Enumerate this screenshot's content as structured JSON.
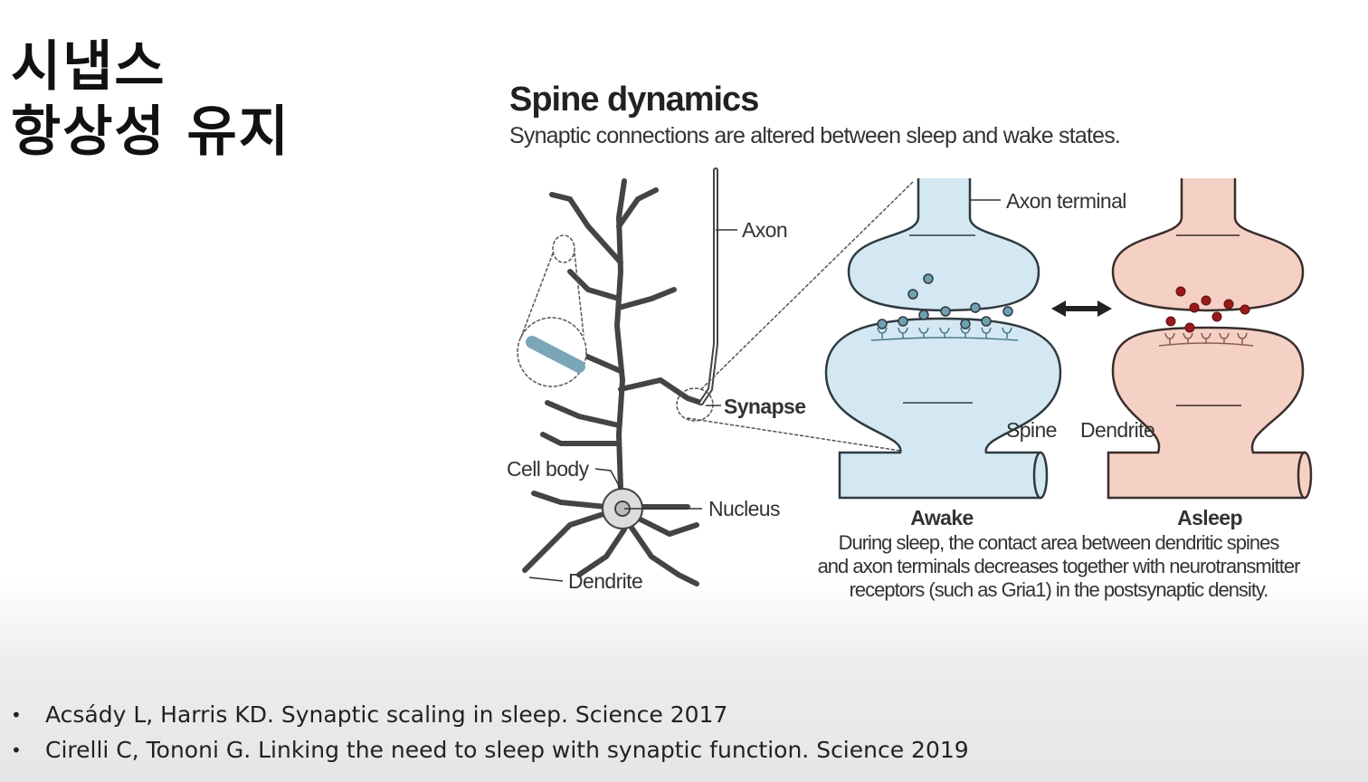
{
  "slide": {
    "title_line1": "시냅스",
    "title_line2": "항상성 유지"
  },
  "figure": {
    "title": "Spine dynamics",
    "subtitle": "Synaptic connections are altered between sleep and wake states.",
    "labels": {
      "axon": "Axon",
      "synapse": "Synapse",
      "cell_body": "Cell body",
      "nucleus": "Nucleus",
      "dendrite_neuron": "Dendrite",
      "axon_terminal": "Axon terminal",
      "spine": "Spine",
      "dendrite": "Dendrite",
      "awake": "Awake",
      "asleep": "Asleep"
    },
    "caption": [
      "During sleep, the contact area between dendritic spines",
      "and axon terminals decreases together with neurotransmitter",
      "receptors (such as Gria1) in the postsynaptic density."
    ],
    "colors": {
      "awake": "#d3e8f2",
      "asleep": "#f5d0c4",
      "awake_vesicle": "#6f9fb0",
      "asleep_vesicle": "#9a1a1a"
    }
  },
  "references": [
    "Acsády L, Harris KD. Synaptic scaling in sleep. Science 2017",
    "Cirelli C, Tononi G. Linking the need to sleep with synaptic function. Science 2019"
  ]
}
